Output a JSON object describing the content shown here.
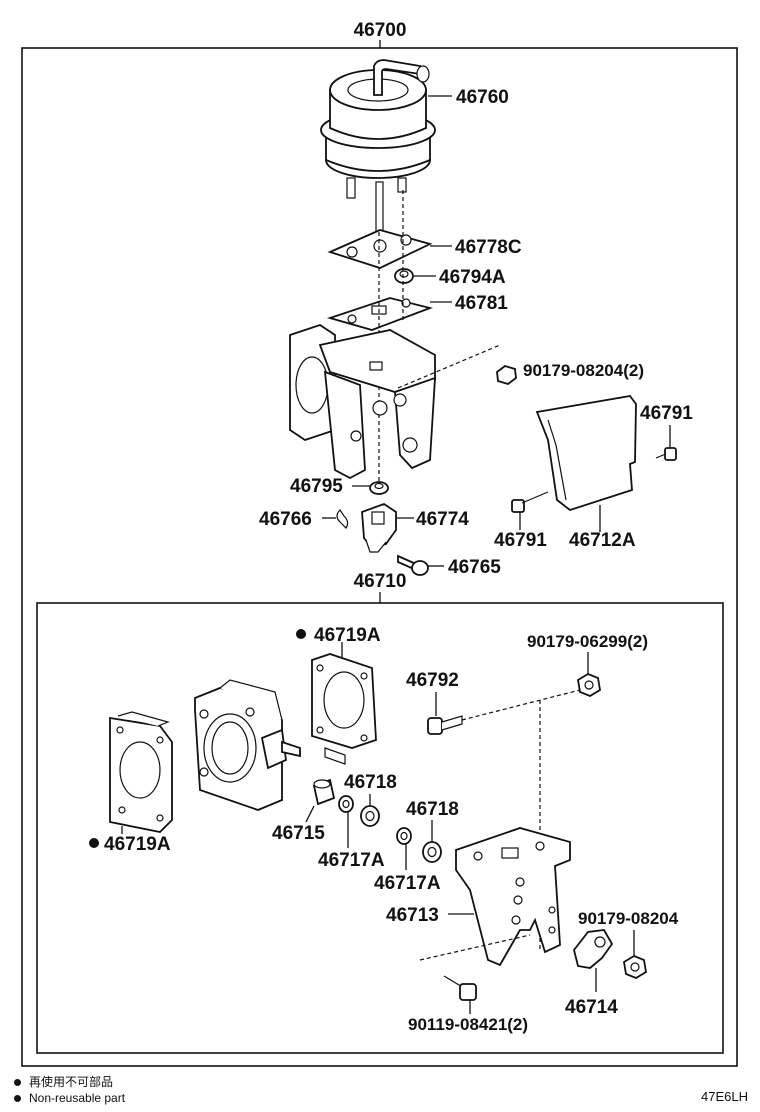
{
  "labels": {
    "assembly": "46700",
    "p46760": "46760",
    "p46778c": "46778C",
    "p46794a": "46794A",
    "p46781": "46781",
    "p90179_08204_2": "90179-08204(2)",
    "p46791_top": "46791",
    "p46795": "46795",
    "p46766": "46766",
    "p46774": "46774",
    "p46791_bottom": "46791",
    "p46712a": "46712A",
    "p46765": "46765",
    "p46710": "46710",
    "p46719a_top": "46719A",
    "p90179_06299_2": "90179-06299(2)",
    "p46792": "46792",
    "p46718_a": "46718",
    "p46718_b": "46718",
    "p46719a_left": "46719A",
    "p46715": "46715",
    "p46717a_a": "46717A",
    "p46717a_b": "46717A",
    "p46713": "46713",
    "p90179_08204": "90179-08204",
    "p46714": "46714",
    "p90119_08421_2": "90119-08421(2)"
  },
  "legend": {
    "line1": "再使用不可部品",
    "line2": "Non-reusable part"
  },
  "diagram_code": "47E6LH",
  "colors": {
    "ink": "#111111",
    "paper": "#ffffff"
  }
}
